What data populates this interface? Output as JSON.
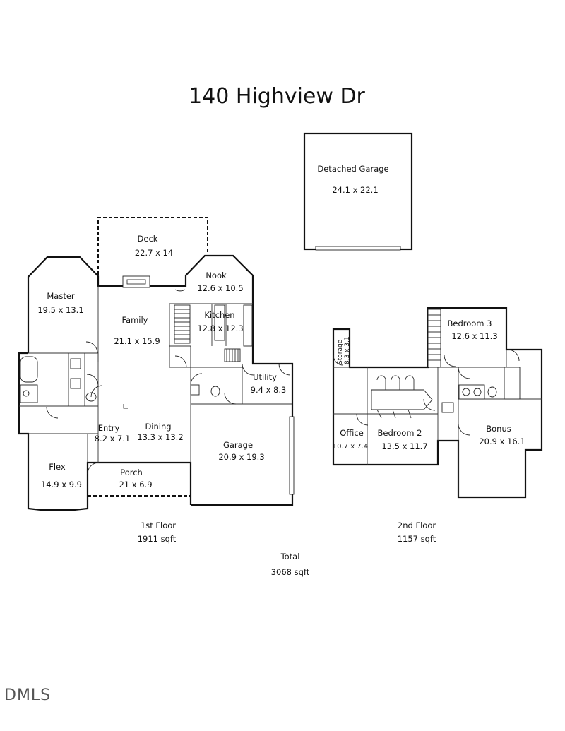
{
  "title": "140 Highview Dr",
  "rooms": {
    "detached_garage": {
      "name": "Detached Garage",
      "dims": "24.1 x 22.1"
    },
    "deck": {
      "name": "Deck",
      "dims": "22.7 x 14"
    },
    "nook": {
      "name": "Nook",
      "dims": "12.6 x 10.5"
    },
    "master": {
      "name": "Master",
      "dims": "19.5 x 13.1"
    },
    "family": {
      "name": "Family",
      "dims": "21.1 x 15.9"
    },
    "kitchen": {
      "name": "Kitchen",
      "dims": "12.8 x 12.3"
    },
    "utility": {
      "name": "Utility",
      "dims": "9.4 x 8.3"
    },
    "entry": {
      "name": "Entry",
      "dims": "8.2 x 7.1"
    },
    "dining": {
      "name": "Dining",
      "dims": "13.3 x 13.2"
    },
    "garage": {
      "name": "Garage",
      "dims": "20.9 x 19.3"
    },
    "flex": {
      "name": "Flex",
      "dims": "14.9 x 9.9"
    },
    "porch": {
      "name": "Porch",
      "dims": "21 x 6.9"
    },
    "storage": {
      "name": "Storage",
      "dims": "8.3 x 3.1"
    },
    "bedroom3": {
      "name": "Bedroom 3",
      "dims": "12.6 x 11.3"
    },
    "office": {
      "name": "Office",
      "dims": "10.7 x 7.4"
    },
    "bedroom2": {
      "name": "Bedroom 2",
      "dims": "13.5 x 11.7"
    },
    "bonus": {
      "name": "Bonus",
      "dims": "20.9 x 16.1"
    }
  },
  "floors": {
    "first": {
      "label": "1st Floor",
      "sqft": "1911 sqft"
    },
    "second": {
      "label": "2nd Floor",
      "sqft": "1157 sqft"
    },
    "total": {
      "label": "Total",
      "sqft": "3068 sqft"
    }
  },
  "watermark": "DMLS"
}
